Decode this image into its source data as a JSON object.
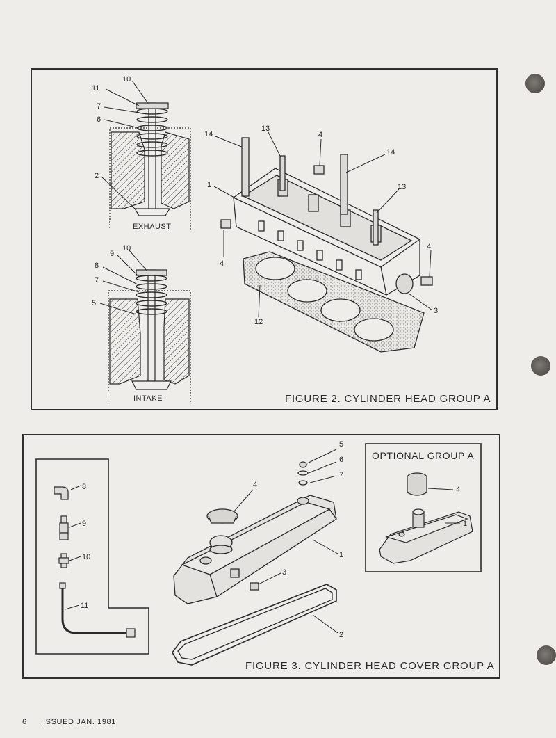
{
  "figure2": {
    "caption": "FIGURE 2.  CYLINDER HEAD GROUP A",
    "exhaust_label": "EXHAUST",
    "intake_label": "INTAKE",
    "callouts": {
      "exhaust_10": "10",
      "exhaust_11": "11",
      "exhaust_7": "7",
      "exhaust_6": "6",
      "exhaust_2": "2",
      "intake_10": "10",
      "intake_9": "9",
      "intake_8": "8",
      "intake_7": "7",
      "intake_5": "5",
      "head_14a": "14",
      "head_13a": "13",
      "head_4a": "4",
      "head_14b": "14",
      "head_1": "1",
      "head_13b": "13",
      "head_4b": "4",
      "head_4c": "4",
      "head_12": "12",
      "head_3": "3"
    }
  },
  "figure3": {
    "caption": "FIGURE 3.  CYLINDER HEAD COVER GROUP A",
    "optional_title": "OPTIONAL GROUP A",
    "callouts": {
      "l_8": "8",
      "l_9": "9",
      "l_10": "10",
      "l_11": "11",
      "c_4": "4",
      "c_5": "5",
      "c_6": "6",
      "c_7": "7",
      "c_1": "1",
      "c_3": "3",
      "c_2": "2",
      "opt_4": "4",
      "opt_1": "1"
    }
  },
  "footer": {
    "page_number": "6",
    "issued": "ISSUED JAN.  1981"
  }
}
